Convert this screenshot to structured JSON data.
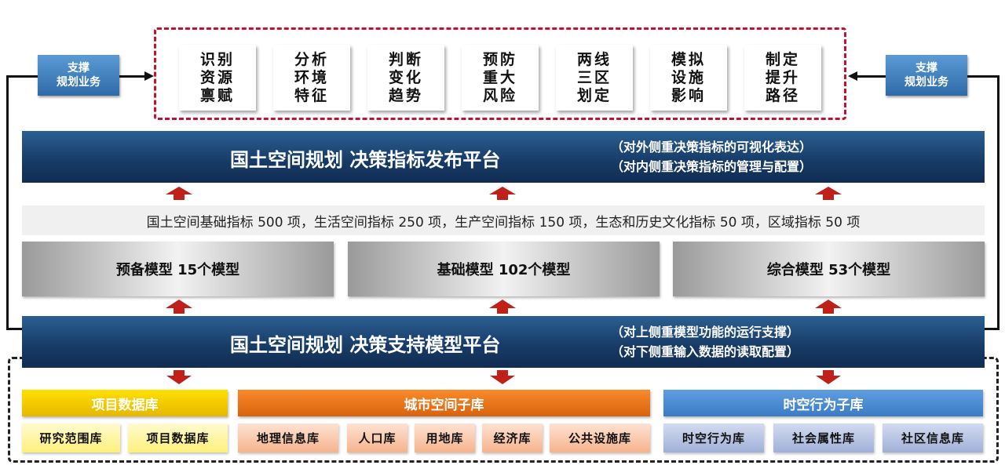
{
  "top_cards": [
    "识别\n资源\n禀赋",
    "分析\n环境\n特征",
    "判断\n变化\n趋势",
    "预防\n重大\n风险",
    "两线\n三区\n划定",
    "模拟\n设施\n影响",
    "制定\n提升\n路径"
  ],
  "support_left": "支撑\n规划业务",
  "support_right": "支撑\n规划业务",
  "publish_platform": {
    "title": "国土空间规划 决策指标发布平台",
    "notes": [
      "（对外侧重决策指标的可视化表达）",
      "（对内侧重决策指标的管理与配置）"
    ]
  },
  "indicators_text": "国土空间基础指标 500 项，生活空间指标 250 项，生产空间指标 150 项，生态和历史文化指标 50 项，区域指标 50 项",
  "models": [
    "预备模型  15个模型",
    "基础模型  102个模型",
    "综合模型  53个模型"
  ],
  "support_platform": {
    "title": "国土空间规划 决策支持模型平台",
    "notes": [
      "（对上侧重模型功能的运行支撑）",
      "（对下侧重输入数据的读取配置）"
    ]
  },
  "databases": [
    {
      "name": "项目数据库",
      "color": "#f2c400",
      "items": [
        "研究范围库",
        "项目数据库"
      ]
    },
    {
      "name": "城市空间子库",
      "color": "#e8731a",
      "items": [
        "地理信息库",
        "人口库",
        "用地库",
        "经济库",
        "公共设施库"
      ]
    },
    {
      "name": "时空行为子库",
      "color": "#4a8ad0",
      "items": [
        "时空行为库",
        "社会属性库",
        "社区信息库"
      ]
    }
  ]
}
